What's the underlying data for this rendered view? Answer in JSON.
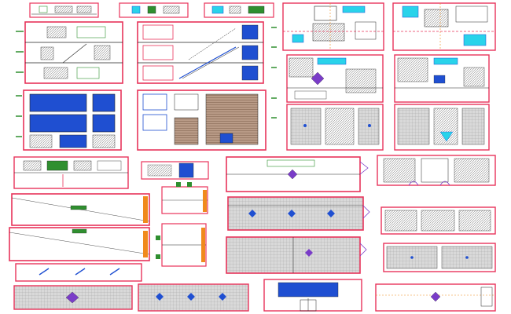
{
  "sheet": {
    "background": "#ffffff",
    "line_colors": {
      "wall": "#e8335a",
      "frame": "#ff2a6d",
      "fill_blue": "#1f4fd1",
      "cyan": "#29d3ea",
      "green": "#2f8f2f",
      "dark": "#222222",
      "orange": "#f08a1c",
      "hatch": "#9a9a9a",
      "purple": "#7a3cc8"
    }
  },
  "panels": [
    {
      "kind": "elevation-strip"
    },
    {
      "kind": "elevation-strip"
    },
    {
      "kind": "elevation-strip"
    },
    {
      "kind": "floor-plan"
    },
    {
      "kind": "floor-plan"
    },
    {
      "kind": "building-section"
    },
    {
      "kind": "stair-section"
    },
    {
      "kind": "floor-plan"
    },
    {
      "kind": "floor-plan"
    },
    {
      "kind": "front-elevation"
    },
    {
      "kind": "front-elevation"
    },
    {
      "kind": "floor-plan"
    },
    {
      "kind": "floor-plan"
    },
    {
      "kind": "wall-elevation"
    },
    {
      "kind": "detail"
    },
    {
      "kind": "ceiling-plan"
    },
    {
      "kind": "wall-elevation"
    },
    {
      "kind": "wall-elevation"
    },
    {
      "kind": "detail"
    },
    {
      "kind": "ceiling-plan"
    },
    {
      "kind": "wall-elevation"
    },
    {
      "kind": "wall-elevation"
    },
    {
      "kind": "detail"
    },
    {
      "kind": "ceiling-plan"
    },
    {
      "kind": "wall-elevation"
    },
    {
      "kind": "wall-elevation"
    },
    {
      "kind": "ceiling-plan"
    },
    {
      "kind": "ceiling-plan"
    },
    {
      "kind": "wall-elevation"
    },
    {
      "kind": "ceiling-plan"
    }
  ]
}
